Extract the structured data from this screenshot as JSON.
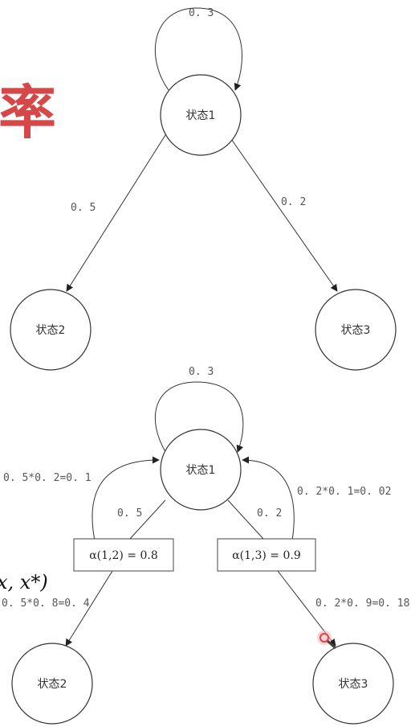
{
  "side": {
    "title_fragment": "率",
    "math_fragment": "x, x*)",
    "accent_color": "#d64848"
  },
  "top": {
    "node_root": "状态1",
    "node_left": "状态2",
    "node_right": "状态3",
    "self_loop": "0. 3",
    "edge_left": "0. 5",
    "edge_right": "0. 2"
  },
  "bottom": {
    "node_root": "状态1",
    "node_left": "状态2",
    "node_right": "状态3",
    "self_loop": "0. 3",
    "edge_left": "0. 5",
    "edge_right": "0. 2",
    "return_left": "0. 5*0. 2=0. 1",
    "return_right": "0. 2*0. 1=0. 02",
    "accept_left_box": "α(1,2) = 0.8",
    "accept_right_box": "α(1,3) = 0.9",
    "product_left": "0. 5*0. 8=0. 4",
    "product_right": "0. 2*0. 9=0. 18"
  }
}
